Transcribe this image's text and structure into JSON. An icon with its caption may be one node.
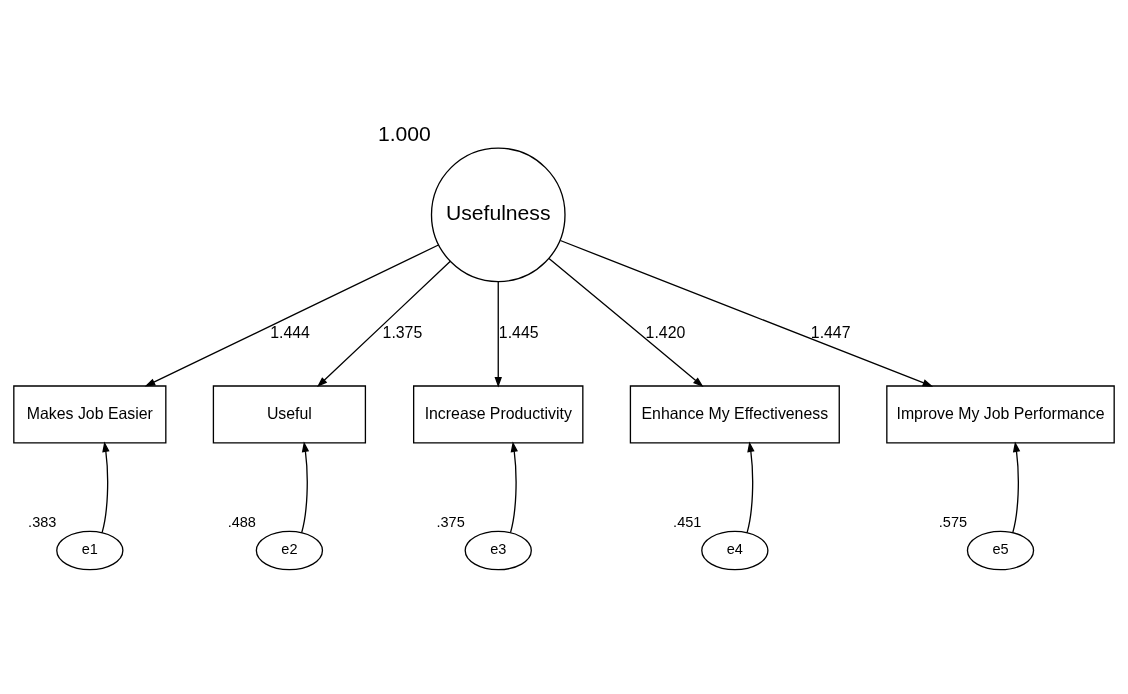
{
  "diagram": {
    "nodes": [
      {
        "text": [
          "Usefulness"
        ],
        "beside": [
          "1.000"
        ]
      },
      {
        "text": [
          "Makes Job Easier"
        ]
      },
      {
        "text": [
          "Useful"
        ]
      },
      {
        "text": [
          "Increase Productivity"
        ]
      },
      {
        "text": [
          "Enhance My Effectiveness"
        ]
      },
      {
        "text": [
          "Improve My Job Performance"
        ]
      },
      {
        "text": [
          "e1"
        ],
        "beside": [
          ".383"
        ]
      },
      {
        "text": [
          "e2"
        ],
        "beside": [
          ".488"
        ]
      },
      {
        "text": [
          "e3"
        ],
        "beside": [
          ".375"
        ]
      },
      {
        "text": [
          "e4"
        ],
        "beside": [
          ".451"
        ]
      },
      {
        "text": [
          "e5"
        ],
        "beside": [
          ".575"
        ]
      }
    ],
    "edges": [
      {
        "from": 0,
        "to": 1,
        "arrow": "to",
        "label": "1.444"
      },
      {
        "from": 0,
        "to": 2,
        "arrow": "to",
        "label": "1.375"
      },
      {
        "from": 0,
        "to": 3,
        "arrow": "to",
        "label": "1.445"
      },
      {
        "from": 0,
        "to": 4,
        "arrow": "to",
        "label": "1.420"
      },
      {
        "from": 0,
        "to": 5,
        "arrow": "to",
        "label": "1.447"
      },
      {
        "from": 6,
        "to": 1,
        "arrow": "to"
      },
      {
        "from": 7,
        "to": 2,
        "arrow": "to"
      },
      {
        "from": 8,
        "to": 3,
        "arrow": "to"
      },
      {
        "from": 9,
        "to": 4,
        "arrow": "to"
      },
      {
        "from": 10,
        "to": 5,
        "arrow": "to"
      }
    ]
  }
}
